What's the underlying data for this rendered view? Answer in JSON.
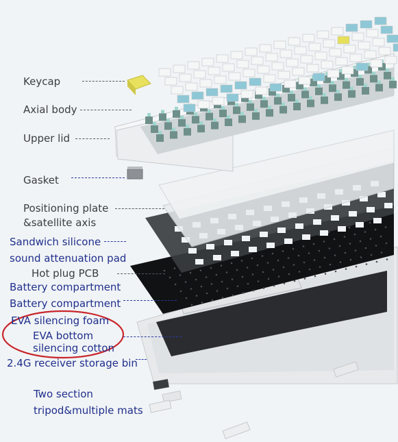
{
  "labels": {
    "keycap": "Keycap",
    "axial_body": "Axial body",
    "upper_lid": "Upper lid",
    "gasket": "Gasket",
    "positioning_plate_1": "Positioning plate",
    "positioning_plate_2": "&satellite axis",
    "sandwich_silicone": "Sandwich silicone",
    "sound_pad": "sound attenuation pad",
    "hot_plug_pcb": "Hot plug PCB",
    "battery_1": "Battery compartment",
    "battery_2": "Battery compartment",
    "eva_foam": "EVA silencing foam",
    "eva_bottom_1": "EVA bottom",
    "eva_bottom_2": "silencing cotton",
    "receiver_bin": "2.4G receiver storage bin",
    "tripod_1": "Two section",
    "tripod_2": "tripod&multiple mats"
  },
  "colors": {
    "background": "#f1f4f6",
    "label_gray": "#3a3d42",
    "label_blue": "#1f2f8c",
    "highlight_circle": "#c8262c",
    "keycap_white": "#f5f6f6",
    "keycap_blue": "#8ec8d6",
    "keycap_yellow": "#e6df5a",
    "plate_dark": "#2d3033",
    "case_white": "#e9ebec"
  }
}
